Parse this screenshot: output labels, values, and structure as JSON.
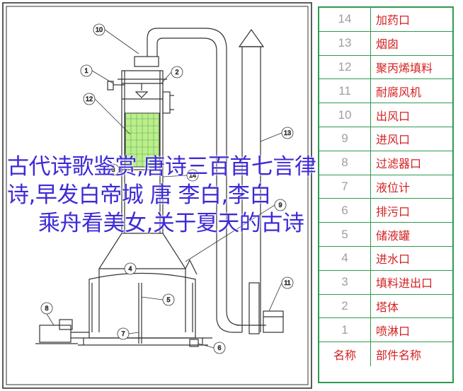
{
  "drawing": {
    "callouts": [
      "1",
      "2",
      "3",
      "4",
      "5",
      "6",
      "7",
      "8",
      "9",
      "10",
      "11",
      "12",
      "13",
      "14"
    ]
  },
  "table": {
    "header": {
      "num": "名称",
      "name": "部件名称"
    },
    "rows": [
      {
        "num": "14",
        "name": "加药口"
      },
      {
        "num": "13",
        "name": "烟囱"
      },
      {
        "num": "12",
        "name": "聚丙烯填料"
      },
      {
        "num": "11",
        "name": "耐腐风机"
      },
      {
        "num": "10",
        "name": "出风口"
      },
      {
        "num": "9",
        "name": "进风口"
      },
      {
        "num": "8",
        "name": "过滤器口"
      },
      {
        "num": "7",
        "name": "液位计"
      },
      {
        "num": "6",
        "name": "排污口"
      },
      {
        "num": "5",
        "name": "储液罐"
      },
      {
        "num": "4",
        "name": "进水口"
      },
      {
        "num": "3",
        "name": "填料进出口"
      },
      {
        "num": "2",
        "name": "塔体"
      },
      {
        "num": "1",
        "name": "喷淋口"
      }
    ]
  },
  "overlay": {
    "line1": "古代诗歌鉴赏,唐诗三百首七言律",
    "line2": "诗,早发白帝城 唐 李白,李白",
    "line3": "乘舟看美女,关于夏天的古诗"
  },
  "colors": {
    "table_border": "#2e9a4f",
    "table_text": "#d32020",
    "number_text": "#9e9e9e",
    "overlay_text": "#3d2ad6",
    "packing_fill": "#b9f08c"
  }
}
